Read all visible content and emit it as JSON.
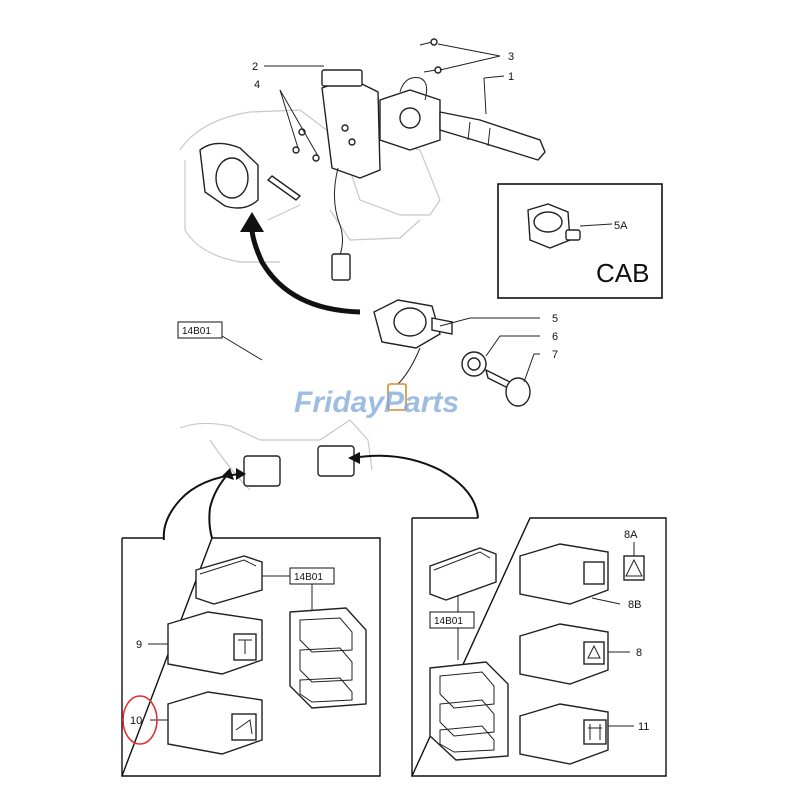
{
  "watermark": "FridayParts",
  "cab_label": "CAB",
  "callouts": {
    "c1": "1",
    "c2": "2",
    "c3": "3",
    "c4": "4",
    "c5": "5",
    "c5a": "5A",
    "c6": "6",
    "c7": "7",
    "c8": "8",
    "c8a": "8A",
    "c8b": "8B",
    "c9": "9",
    "c10": "10",
    "c11": "11"
  },
  "ref_tag": "14B01",
  "colors": {
    "line": "#222222",
    "faint": "#c8c8c8",
    "watermark": "#7fa8d8",
    "highlight_circle": "#e03030",
    "connector": "#d98a2b"
  }
}
